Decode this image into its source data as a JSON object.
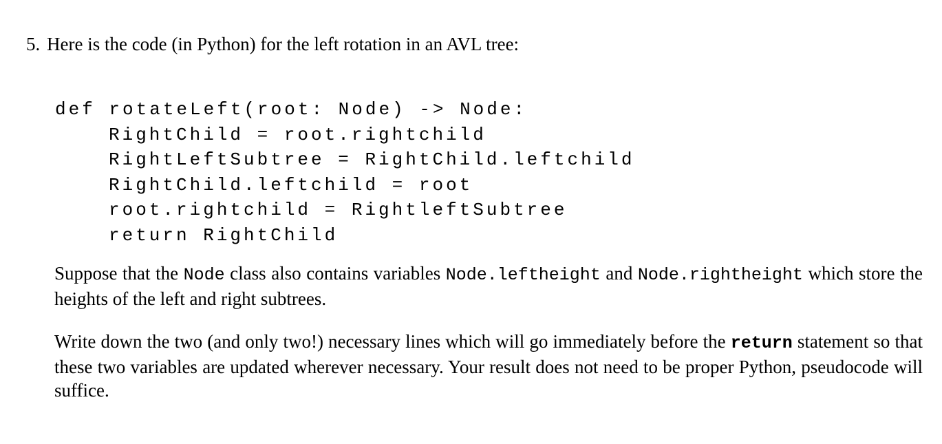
{
  "question": {
    "number": "5.",
    "prompt": "Here is the code (in Python) for the left rotation in an AVL tree:",
    "code": {
      "signature": "def rotateLeft(root: Node) -> Node:",
      "body": [
        "RightChild = root.rightchild",
        "RightLeftSubtree = RightChild.leftchild",
        "RightChild.leftchild = root",
        "root.rightchild = RightleftSubtree",
        "return RightChild"
      ]
    },
    "paragraph1": {
      "t1": "Suppose that the ",
      "code1": "Node",
      "t2": " class also contains variables ",
      "code2": "Node.leftheight",
      "t3": " and ",
      "code3": "Node.rightheight",
      "t4": " which store the heights of the left and right subtrees."
    },
    "paragraph2": {
      "t1": "Write down the two (and only two!)  necessary lines which will go immediately before the ",
      "keyword": "return",
      "t2": " statement so that these two variables are updated wherever necessary. Your result does not need to be proper Python, pseudocode will suffice."
    }
  }
}
